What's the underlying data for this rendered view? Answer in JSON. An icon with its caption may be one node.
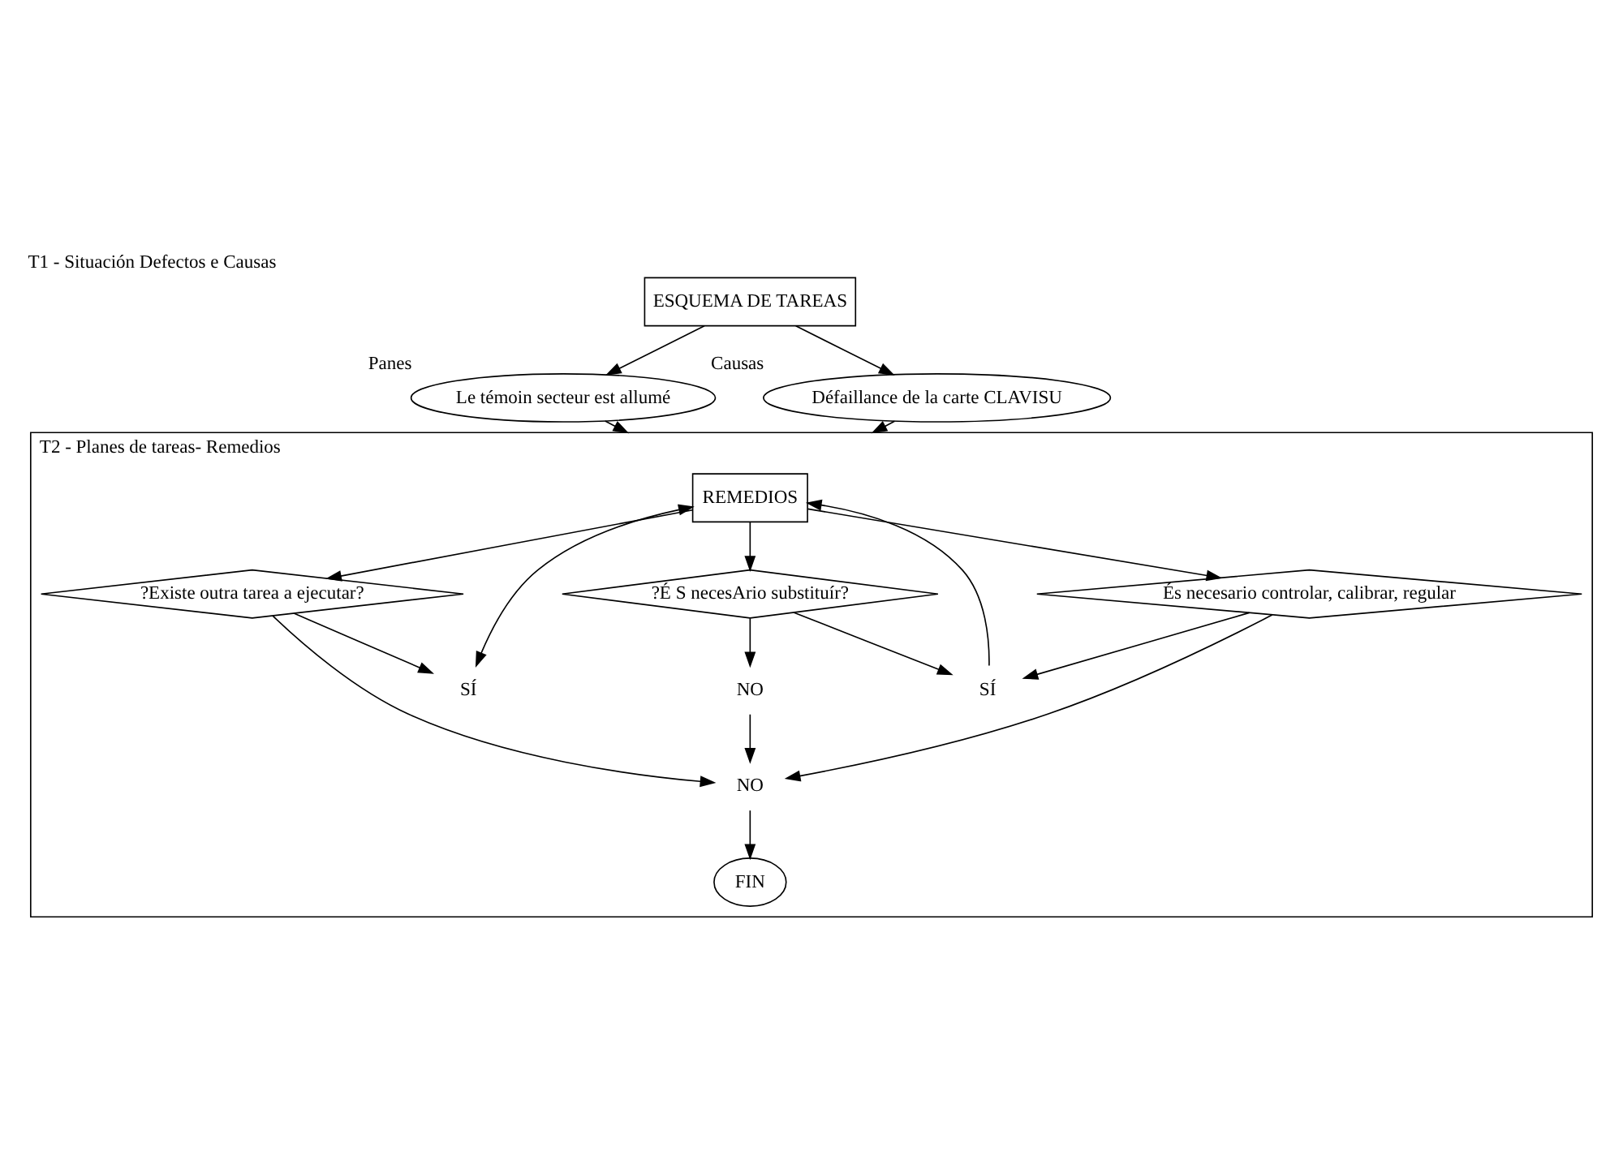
{
  "diagram": {
    "title": "T1 - Situación Defectos e Causas",
    "nodes": [
      {
        "text": [
          "ESQUEMA DE TAREAS"
        ]
      },
      {
        "text": [
          "Le témoin secteur est allumé"
        ],
        "beside": [
          "Panes"
        ]
      },
      {
        "text": [
          "Défaillance de la carte CLAVISU"
        ],
        "beside": [
          "Causas"
        ]
      },
      {
        "text": [
          "T2 - Planes de tareas- Remedios"
        ]
      },
      {
        "text": [
          "REMEDIOS"
        ],
        "in": 3
      },
      {
        "text": [
          "?Existe outra tarea a ejecutar?"
        ],
        "in": 3
      },
      {
        "text": [
          "És necesario controlar, calibrar, regular"
        ],
        "in": 3
      },
      {
        "text": [
          "?É S necesArio substituír?"
        ],
        "in": 3
      },
      {
        "text": [
          "SÍ"
        ],
        "in": 3
      },
      {
        "text": [
          "NO"
        ],
        "in": 3
      },
      {
        "text": [
          "SÍ"
        ],
        "in": 3
      },
      {
        "text": [
          "NO"
        ],
        "in": 3
      },
      {
        "text": [
          "FIN"
        ],
        "in": 3
      }
    ],
    "edges": [
      {
        "from": 0,
        "to": 1,
        "arrow": "to"
      },
      {
        "from": 0,
        "to": 2,
        "arrow": "to"
      },
      {
        "from": 1,
        "to": 3,
        "arrow": "to"
      },
      {
        "from": 2,
        "to": 3,
        "arrow": "to"
      },
      {
        "from": 4,
        "to": 5,
        "arrow": "to"
      },
      {
        "from": 4,
        "to": 6,
        "arrow": "to"
      },
      {
        "from": 4,
        "to": 7,
        "arrow": "to"
      },
      {
        "from": 5,
        "to": 8,
        "arrow": "to"
      },
      {
        "from": 5,
        "to": 9,
        "arrow": "to"
      },
      {
        "from": 8,
        "to": 4,
        "arrow": "both"
      },
      {
        "from": 6,
        "to": 9,
        "arrow": "to"
      },
      {
        "from": 6,
        "to": 10,
        "arrow": "to"
      },
      {
        "from": 7,
        "to": 10,
        "arrow": "to"
      },
      {
        "from": 10,
        "to": 4,
        "arrow": "to"
      },
      {
        "from": 7,
        "to": 11,
        "arrow": "to"
      },
      {
        "from": 11,
        "to": 9,
        "arrow": "to"
      },
      {
        "from": 9,
        "to": 12,
        "arrow": "to"
      }
    ]
  }
}
